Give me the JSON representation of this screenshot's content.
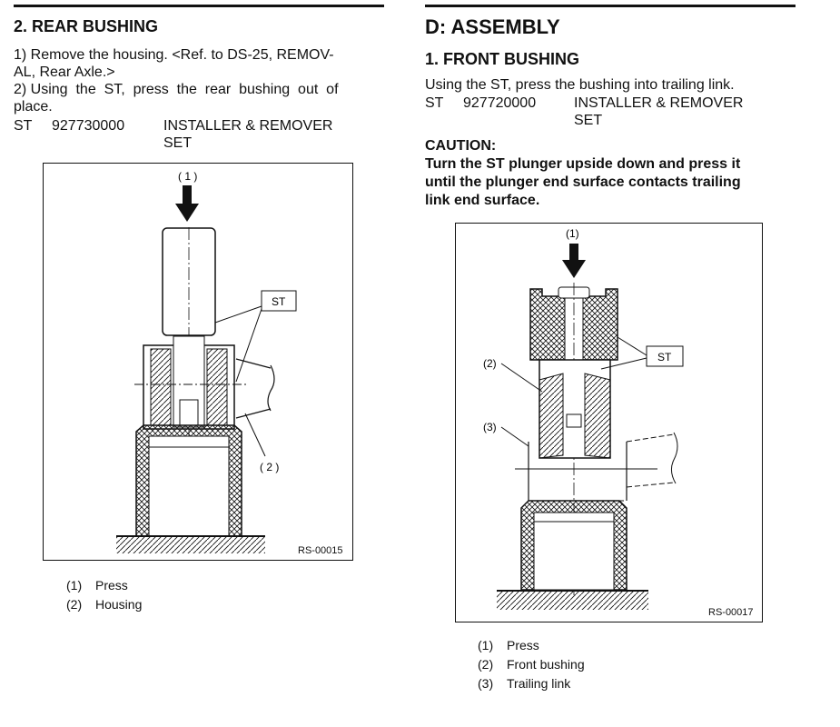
{
  "left": {
    "heading": "2.  REAR BUSHING",
    "step1": "1) Remove the housing. <Ref. to DS-25, REMOV-AL, Rear Axle.>",
    "step1_line1": "1) Remove the housing. <Ref. to DS-25, REMOV-",
    "step1_line2": "AL, Rear Axle.>",
    "step2_line1": "2) Using  the  ST,  press  the  rear  bushing  out  of",
    "step2_line2": "place.",
    "st": {
      "label": "ST",
      "number": "927730000",
      "desc_line1": "INSTALLER & REMOVER",
      "desc_line2": "SET"
    },
    "figure": {
      "id": "RS-00015",
      "callouts": {
        "press": "( 1 )",
        "st": "ST",
        "housing": "( 2 )"
      }
    },
    "legend": [
      {
        "num": "(1)",
        "text": "Press"
      },
      {
        "num": "(2)",
        "text": "Housing"
      }
    ]
  },
  "right": {
    "section": "D:  ASSEMBLY",
    "heading": "1.  FRONT BUSHING",
    "intro": "Using the ST, press the bushing into trailing link.",
    "st": {
      "label": "ST",
      "number": "927720000",
      "desc_line1": "INSTALLER & REMOVER",
      "desc_line2": "SET"
    },
    "caution_title": "CAUTION:",
    "caution_line1": "Turn the ST plunger upside down and press it",
    "caution_line2": "until the plunger end surface contacts trailing",
    "caution_line3": "link end surface.",
    "figure": {
      "id": "RS-00017",
      "callouts": {
        "press": "(1)",
        "st": "ST",
        "front_bushing": "(2)",
        "trailing_link": "(3)"
      }
    },
    "legend": [
      {
        "num": "(1)",
        "text": "Press"
      },
      {
        "num": "(2)",
        "text": "Front bushing"
      },
      {
        "num": "(3)",
        "text": "Trailing link"
      }
    ]
  }
}
